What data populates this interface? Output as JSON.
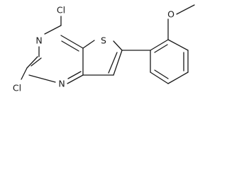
{
  "molecule": {
    "atoms": {
      "cl4": "Cl",
      "n3": "N",
      "cl2": "Cl",
      "n1": "N",
      "s": "S",
      "o": "O"
    }
  }
}
